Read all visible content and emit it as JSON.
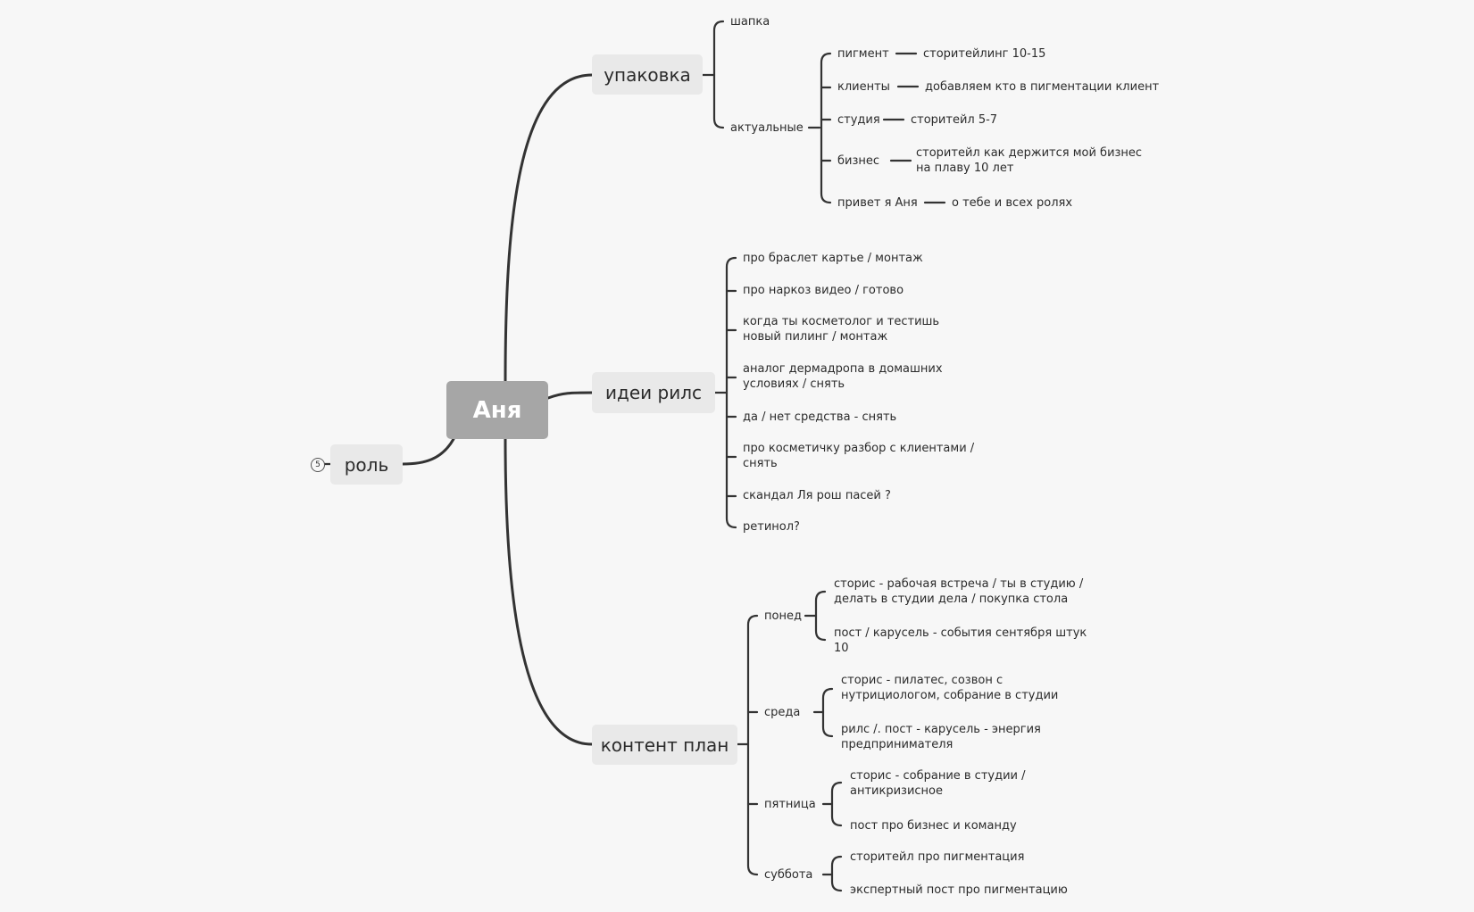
{
  "root": {
    "label": "Аня"
  },
  "branches": {
    "upakovka": {
      "label": "упаковка",
      "shapka": "шапка",
      "aktualnye": {
        "label": "актуальные",
        "items": [
          {
            "label": "пигмент",
            "child": "сторитейлинг 10-15"
          },
          {
            "label": "клиенты",
            "child": "добавляем кто в пигментации клиент"
          },
          {
            "label": "студия",
            "child": "сторитейл 5-7"
          },
          {
            "label": "бизнес",
            "child": "сторитейл как держится мой бизнес на плаву 10 лет"
          },
          {
            "label": "привет я Аня",
            "child": "о тебе и всех ролях"
          }
        ]
      }
    },
    "idei": {
      "label": "идеи рилс",
      "items": [
        "про браслет картье / монтаж",
        "про наркоз видео / готово",
        "когда ты косметолог и тестишь новый пилинг / монтаж",
        "аналог дермадропа в домашних условиях / снять",
        "да / нет средства - снять",
        "про косметичку разбор с клиентами / снять",
        "скандал Ля рош пасей ?",
        "ретинол?"
      ]
    },
    "kontent": {
      "label": "контент план",
      "days": [
        {
          "label": "понед",
          "items": [
            "сторис - рабочая встреча / ты в студию / делать в студии дела / покупка стола",
            "пост / карусель - события сентября штук 10"
          ]
        },
        {
          "label": "среда",
          "items": [
            "сторис - пилатес,  созвон с нутрициологом, собрание в студии",
            "рилс /. пост - карусель - энергия предпринимателя"
          ]
        },
        {
          "label": "пятница",
          "items": [
            "сторис - собрание в студии / антикризисное",
            "пост про бизнес и команду"
          ]
        },
        {
          "label": "суббота",
          "items": [
            "сторитейл про пигментация",
            "экспертный пост про пигментацию"
          ]
        }
      ]
    },
    "rol": {
      "label": "роль",
      "collapsed_count": "5"
    }
  }
}
